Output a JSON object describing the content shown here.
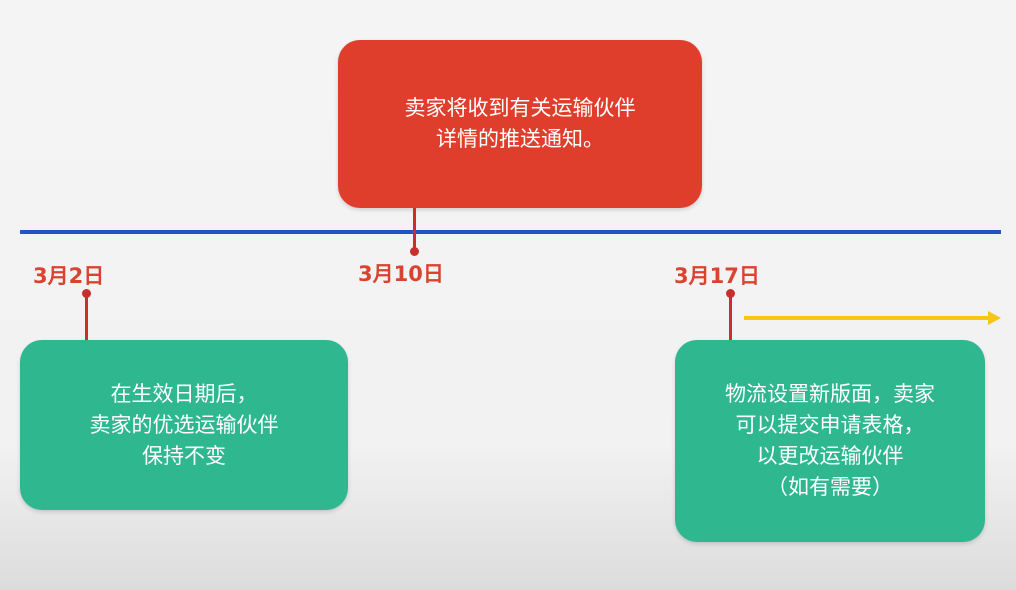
{
  "events": [
    {
      "date": "3月2日",
      "lines": [
        "在生效日期后，",
        "卖家的优选运输伙伴",
        "保持不变"
      ]
    },
    {
      "date": "3月10日",
      "lines": [
        "卖家将收到有关运输伙伴",
        "详情的推送通知。"
      ]
    },
    {
      "date": "3月17日",
      "lines": [
        "物流设置新版面，卖家",
        "可以提交申请表格，",
        "以更改运输伙伴",
        "（如有需要）"
      ]
    }
  ],
  "colors": {
    "timeline": "#1f55c8",
    "notice": "#e03e2d",
    "info": "#2fb78f",
    "arrow": "#f5c518",
    "date": "#d9432f"
  }
}
